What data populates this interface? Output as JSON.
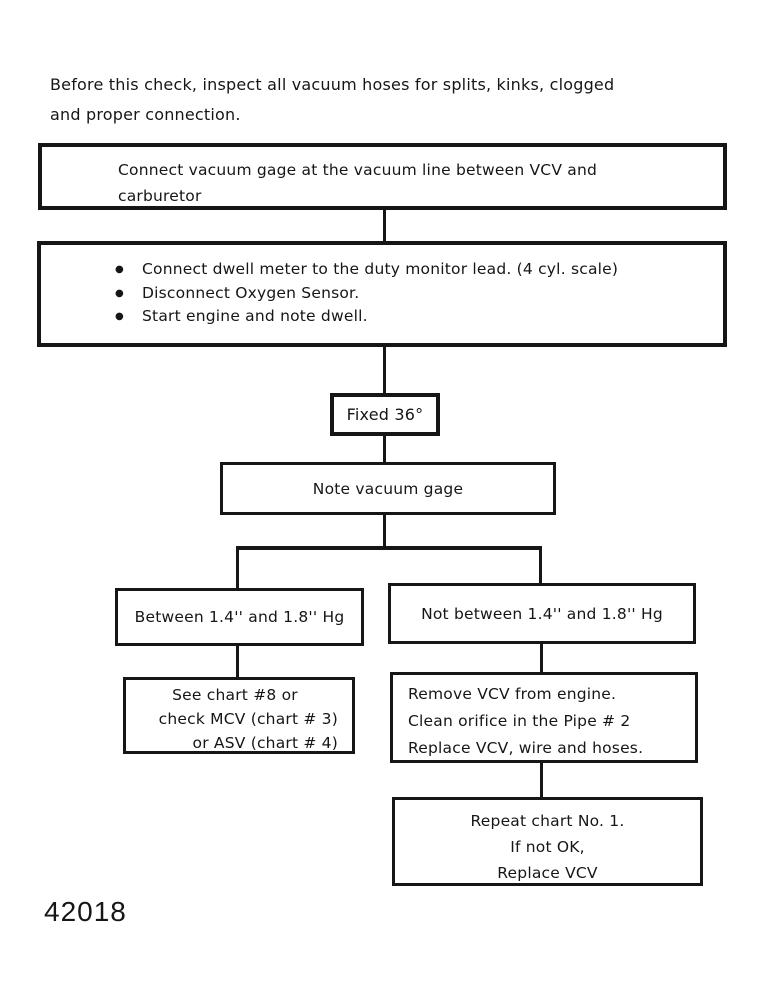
{
  "page": {
    "intro_line1": "Before this check, inspect all vacuum hoses for splits, kinks, clogged",
    "intro_line2": "and proper connection.",
    "figure_number": "42018",
    "ink_color": "#161616",
    "background_color": "#ffffff"
  },
  "flowchart": {
    "step1": {
      "lines": [
        "Connect vacuum gage at the vacuum line between VCV and",
        "carburetor"
      ]
    },
    "step2": {
      "bullet_glyph": "●",
      "bullets": [
        "Connect dwell meter to the duty monitor lead. (4 cyl. scale)",
        "Disconnect Oxygen Sensor.",
        "Start engine and note dwell."
      ]
    },
    "step3": {
      "label": "Fixed 36°"
    },
    "step4": {
      "label": "Note vacuum gage"
    },
    "branch_left": {
      "condition": "Between 1.4'' and 1.8'' Hg",
      "action_lines": [
        "See chart #8 or",
        "check MCV (chart # 3)",
        "or ASV (chart # 4)"
      ]
    },
    "branch_right": {
      "condition": "Not between 1.4'' and 1.8'' Hg",
      "action_lines": [
        "Remove VCV from engine.",
        "Clean orifice in the Pipe # 2",
        "Replace VCV, wire and hoses."
      ],
      "followup_lines": [
        "Repeat chart No. 1.",
        "If not OK,",
        "Replace VCV"
      ]
    }
  }
}
